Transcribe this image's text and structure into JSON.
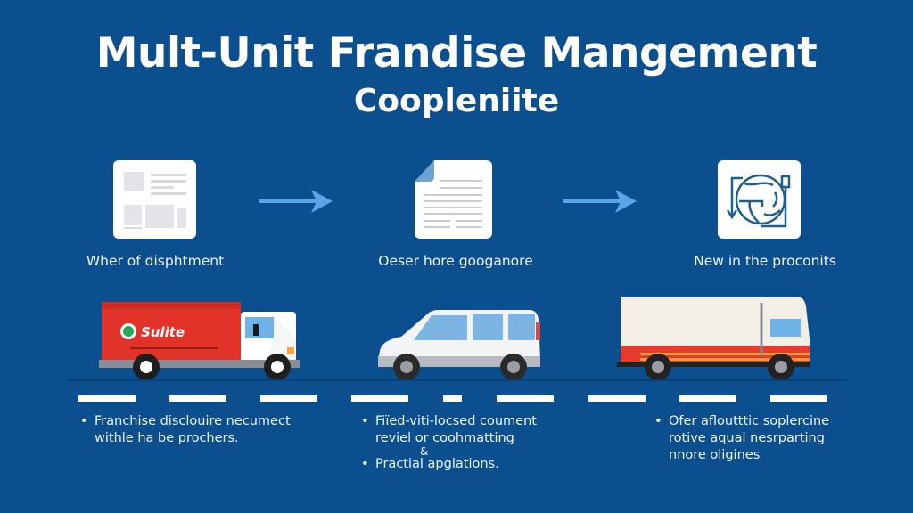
{
  "header": {
    "title": "Mult-Unit Frandise Mangement",
    "subtitle": "Coopleniite"
  },
  "steps": [
    {
      "icon": "layout-document-icon",
      "label": "Wher of disphtment"
    },
    {
      "icon": "text-document-icon",
      "label": "Oeser hore googanore"
    },
    {
      "icon": "globe-process-icon",
      "label": "New in the proconits"
    }
  ],
  "arrows": [
    "arrow-right-icon",
    "arrow-right-icon"
  ],
  "vehicles": [
    {
      "type": "box-truck",
      "brand": "Sulite",
      "color": "#e2332b"
    },
    {
      "type": "minivan",
      "color": "#f2f4f6"
    },
    {
      "type": "cargo-truck",
      "color": "#f4efe6",
      "stripe": "#e53b2c"
    }
  ],
  "bullets": [
    {
      "items": [
        {
          "lines": [
            "Franchise disclouire necumect",
            "withle ha be prochers."
          ]
        }
      ]
    },
    {
      "items": [
        {
          "lines": [
            "Fiïed-viti-locsed coument",
            "reviel or coohmatting"
          ],
          "after": "&"
        },
        {
          "lines": [
            "Practial apglations."
          ]
        }
      ]
    },
    {
      "items": [
        {
          "lines": [
            "Ofer afloutttic soplercine",
            "rotive aqual nesrparting",
            "nnore oligines"
          ]
        }
      ]
    }
  ],
  "colors": {
    "background": "#0c4f8f",
    "arrow": "#5aa4ea",
    "icon_stroke": "#1f5f8b",
    "road_dash": "#ffffff"
  }
}
